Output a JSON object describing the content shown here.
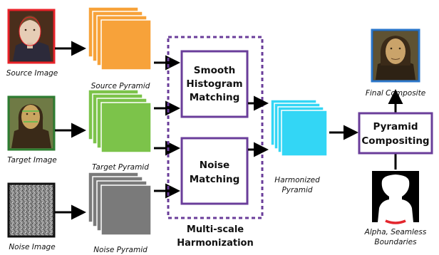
{
  "inputs": {
    "source_image": "Source Image",
    "target_image": "Target Image",
    "noise_image": "Noise Image"
  },
  "pyramids": {
    "source": "Source Pyramid",
    "target": "Target Pyramid",
    "noise": "Noise Pyramid",
    "harmonized_line1": "Harmonized",
    "harmonized_line2": "Pyramid"
  },
  "process_boxes": {
    "smooth_line1": "Smooth",
    "smooth_line2": "Histogram",
    "smooth_line3": "Matching",
    "noise_line1": "Noise",
    "noise_line2": "Matching",
    "compositing_line1": "Pyramid",
    "compositing_line2": "Compositing"
  },
  "group": {
    "label_line1": "Multi-scale",
    "label_line2": "Harmonization"
  },
  "outputs": {
    "final_composite": "Final Composite",
    "alpha_line1": "Alpha, Seamless",
    "alpha_line2": "Boundaries"
  },
  "colors": {
    "source_frame": "#e8232a",
    "target_frame": "#2e7d32",
    "noise_frame": "#111111",
    "final_frame": "#2a76c9",
    "source_pyramid": "#f7a23a",
    "target_pyramid": "#7cc34a",
    "noise_pyramid": "#7a7a7a",
    "harmonized_pyramid": "#33d6f5",
    "process_box": "#6a3d9a",
    "alpha_boundary": "#e3262d"
  }
}
